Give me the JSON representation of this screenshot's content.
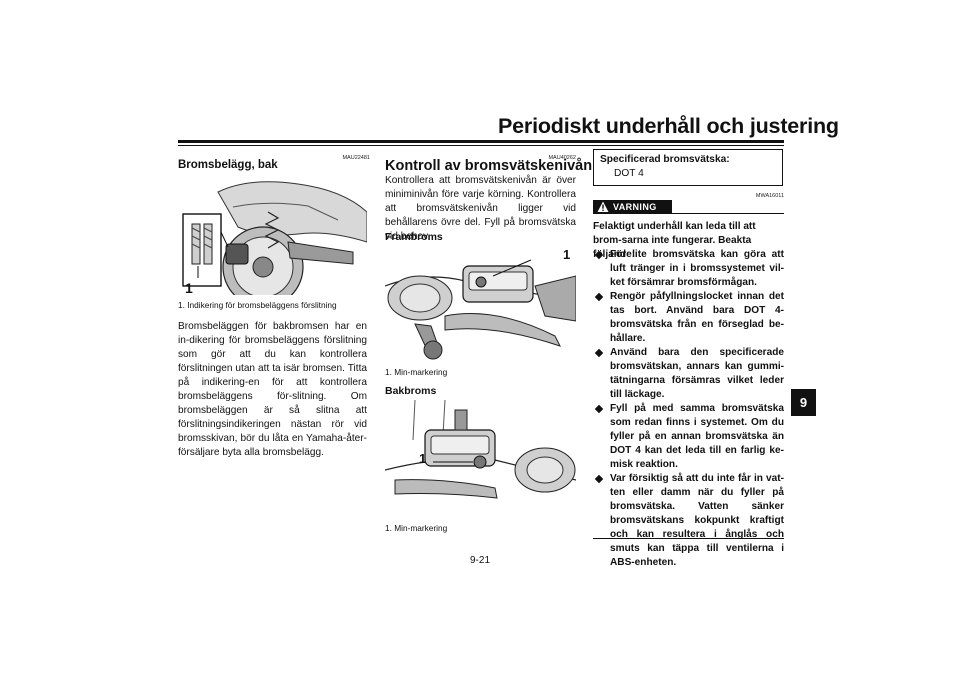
{
  "header": {
    "title": "Periodiskt underhåll och justering"
  },
  "chapter_tab": "9",
  "page_number": "9-21",
  "left_column": {
    "code": "MAU22481",
    "heading": "Bromsbelägg, bak",
    "figure_callout": "1",
    "figure_caption": "1. Indikering för bromsbeläggens förslitning",
    "body": "Bromsbeläggen för bakbromsen har en in-dikering för bromsbeläggens förslitning som gör att du kan kontrollera förslitningen utan att ta isär bromsen. Titta på indikering-en för att kontrollera bromsbeläggens för-slitning. Om bromsbeläggen är så slitna att förslitningsindikeringen nästan rör vid bromsskivan, bör du låta en Yamaha-åter-försäljare byta alla bromsbelägg."
  },
  "middle_column": {
    "code": "MAU40262",
    "heading": "Kontroll av bromsvätskenivån",
    "body": "Kontrollera att bromsvätskenivån är över miniminivån före varje körning. Kontrollera att bromsvätskenivån ligger vid behållarens övre del. Fyll på bromsvätska vid behov.",
    "front_heading": "Frambroms",
    "front_callout": "1",
    "front_caption": "1. Min-markering",
    "rear_heading": "Bakbroms",
    "rear_callout": "1",
    "rear_caption": "1. Min-markering"
  },
  "right_column": {
    "spec_title": "Specificerad bromsvätska:",
    "spec_value": "DOT 4",
    "warning_code": "MWA16011",
    "warning_label": "VARNING",
    "warning_intro": "Felaktigt underhåll kan leda till att brom-sarna inte fungerar. Beakta följande:",
    "warning_items": [
      "För lite bromsvätska kan göra att luft tränger in i bromssystemet vil-ket försämrar bromsförmågan.",
      "Rengör påfyllningslocket innan det tas bort. Använd bara DOT 4-bromsvätska från en förseglad be-hållare.",
      "Använd bara den specificerade bromsvätskan, annars kan gummi-tätningarna försämras vilket leder till läckage.",
      "Fyll på med samma bromsvätska som redan finns i systemet. Om du fyller på en annan bromsvätska än DOT 4 kan det leda till en farlig ke-misk reaktion.",
      "Var försiktig så att du inte får in vat-ten eller damm när du fyller på bromsvätska. Vatten sänker bromsvätskans kokpunkt kraftigt och kan resultera i ånglås och smuts kan täppa till ventilerna i ABS-enheten."
    ]
  }
}
